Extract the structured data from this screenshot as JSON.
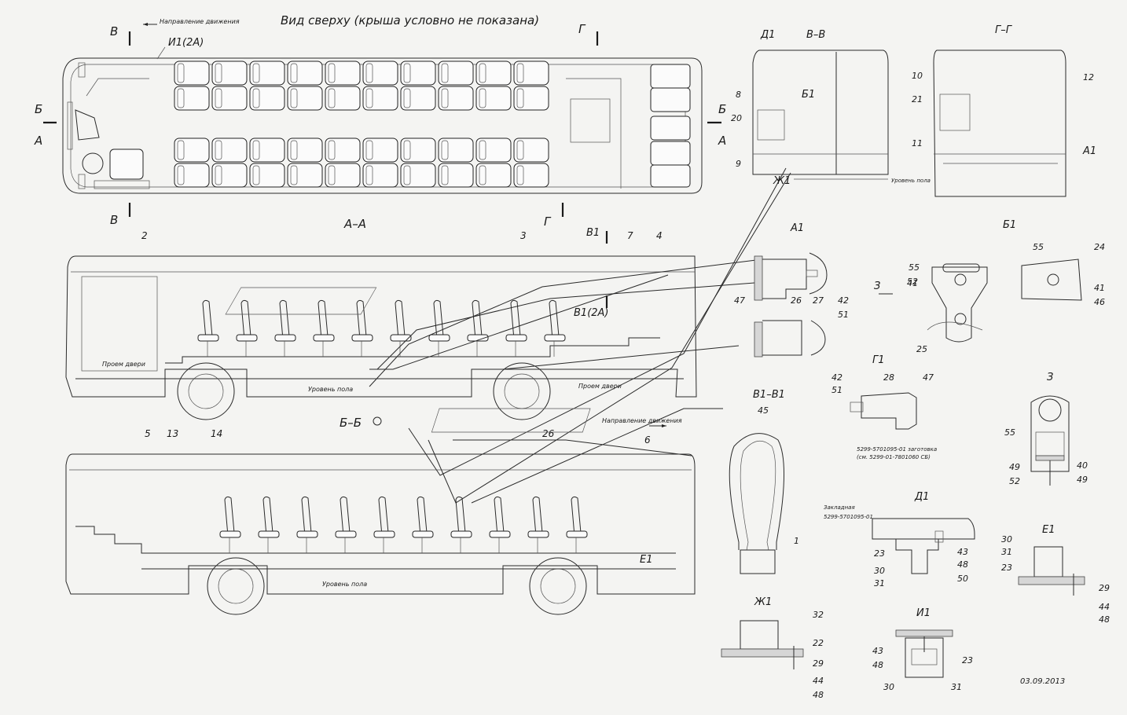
{
  "drawing": {
    "top_view_title": "Вид сверху (крыша условно не показана)",
    "direction_label": "Направление движения",
    "floor_level_label": "Уровень пола",
    "door_opening_label": "Проем двери",
    "date": "03.09.2013",
    "fixture_note_1": "Закладная",
    "fixture_note_2": "5299-5701095-01",
    "blank_note_1": "5299-5701095-01 заготовка",
    "blank_note_2": "(см. 5299-01-7801060 СБ)"
  },
  "section_labels": {
    "aa": "А–А",
    "bb": "Б–Б",
    "vv": "В–В",
    "gg": "Г–Г",
    "a1": "А1",
    "b1": "Б1",
    "v1": "В1",
    "v1v1": "В1–В1",
    "g1": "Г1",
    "d1": "Д1",
    "e1": "Е1",
    "zh1": "Ж1",
    "i1": "И1",
    "z": "З",
    "v1_2a": "В1(2А)",
    "i1_2a": "И1(2А)"
  },
  "cut_markers": {
    "v": "В",
    "g": "Г",
    "b": "Б",
    "a": "А"
  },
  "callouts": {
    "n1": "1",
    "n2": "2",
    "n3": "3",
    "n4": "4",
    "n5": "5",
    "n6": "6",
    "n7": "7",
    "n8": "8",
    "n9": "9",
    "n10": "10",
    "n11": "11",
    "n12": "12",
    "n13": "13",
    "n14": "14",
    "n20": "20",
    "n21": "21",
    "n22": "22",
    "n23": "23",
    "n24": "24",
    "n25": "25",
    "n26": "26",
    "n27": "27",
    "n28": "28",
    "n29": "29",
    "n30": "30",
    "n31": "31",
    "n32": "32",
    "n40": "40",
    "n41": "41",
    "n42": "42",
    "n43": "43",
    "n44": "44",
    "n45": "45",
    "n46": "46",
    "n47": "47",
    "n48": "48",
    "n49": "49",
    "n50": "50",
    "n51": "51",
    "n52": "52",
    "n55": "55"
  },
  "colors": {
    "paper": "#f4f4f2",
    "line": "#1a1a1a"
  }
}
